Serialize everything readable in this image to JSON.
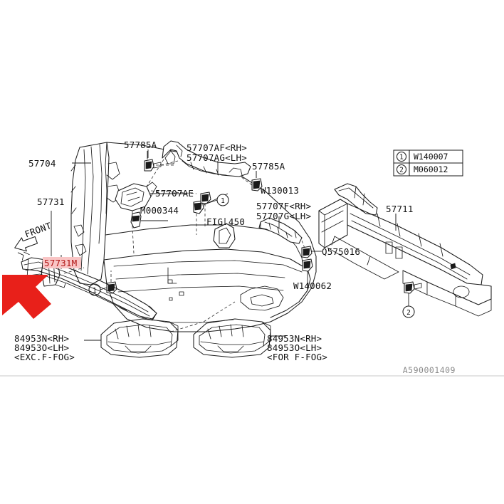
{
  "document": {
    "type": "automotive-parts-exploded-diagram",
    "subject": "Front bumper assembly",
    "diagram_id": "A590001409"
  },
  "highlight": {
    "part_number": "57731M",
    "box_color": "#f9c5c5",
    "text_color": "#b01414",
    "arrow_color": "#e8201a",
    "arrow_direction": "up-right"
  },
  "orientation_marker": {
    "label": "FRONT"
  },
  "legend": {
    "rows": [
      {
        "ref": "1",
        "part_number": "W140007"
      },
      {
        "ref": "2",
        "part_number": "M060012"
      }
    ]
  },
  "callouts": [
    {
      "id": "c57704",
      "text": "57704"
    },
    {
      "id": "c57731",
      "text": "57731"
    },
    {
      "id": "c57785A_l",
      "text": "57785A"
    },
    {
      "id": "c57707AF",
      "text": "57707AF<RH>"
    },
    {
      "id": "c57707AG",
      "text": "57707AG<LH>"
    },
    {
      "id": "c57785A_r",
      "text": "57785A"
    },
    {
      "id": "c57707AE",
      "text": "57707AE"
    },
    {
      "id": "cM000344",
      "text": "M000344"
    },
    {
      "id": "cW130013",
      "text": "W130013"
    },
    {
      "id": "c57707F",
      "text": "57707F<RH>"
    },
    {
      "id": "c57707G",
      "text": "57707G<LH>"
    },
    {
      "id": "cFIG450",
      "text": "FIG.450"
    },
    {
      "id": "cQ575016",
      "text": "Q575016"
    },
    {
      "id": "cW140062",
      "text": "W140062"
    },
    {
      "id": "c57711",
      "text": "57711"
    }
  ],
  "ref_markers": [
    {
      "ref": "1",
      "location": "upper-center"
    },
    {
      "ref": "1",
      "location": "lower-left"
    },
    {
      "ref": "2",
      "location": "right-lower"
    }
  ],
  "fog_labels": {
    "left": {
      "line1": "84953N<RH>",
      "line2": "84953O<LH>",
      "line3": "<EXC.F-FOG>"
    },
    "right": {
      "line1": "84953N<RH>",
      "line2": "84953O<LH>",
      "line3": "<FOR F-FOG>"
    }
  }
}
